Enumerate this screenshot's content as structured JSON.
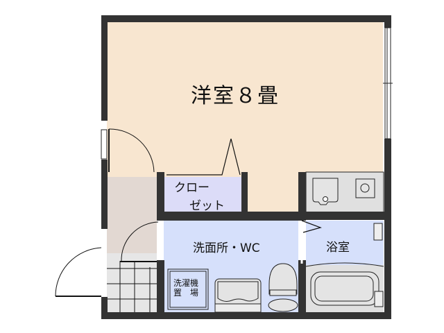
{
  "floorplan": {
    "rooms": [
      {
        "id": "western-room",
        "label": "洋室８畳",
        "type": "bedroom",
        "size_jo": 8
      },
      {
        "id": "closet",
        "label_line1": "クロー",
        "label_line2": "ゼット",
        "type": "closet"
      },
      {
        "id": "washroom-wc",
        "label": "洗面所・WC",
        "type": "washroom-toilet"
      },
      {
        "id": "bathroom",
        "label": "浴室",
        "type": "bath"
      },
      {
        "id": "kitchen",
        "type": "kitchen"
      },
      {
        "id": "entrance",
        "type": "entrance"
      }
    ],
    "fixtures": {
      "washer_space_line1": "洗濯機",
      "washer_space_line2": "置　場"
    },
    "colors": {
      "wall": "#333333",
      "western_room": "#f8e6d0",
      "closet": "#dcdcf8",
      "washroom": "#d6e0fb",
      "bathroom": "#d6e0fb",
      "kitchen_unit": "#e0e0e0",
      "entrance": "#e2d8d2",
      "tile": "#e6e6e6",
      "fixture": "#e4e4e4"
    }
  }
}
